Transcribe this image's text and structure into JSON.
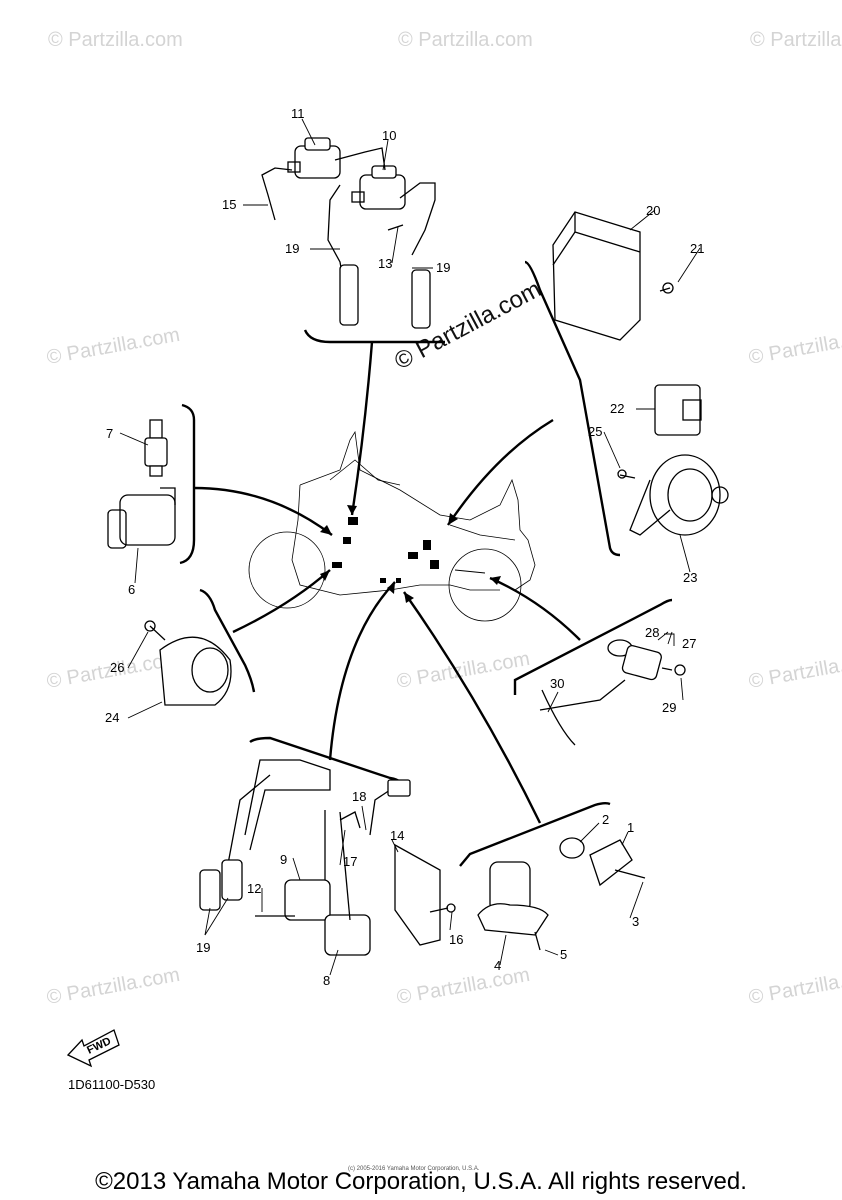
{
  "watermark": {
    "text": "© Partzilla.com",
    "center_text": "© Partzilla.com"
  },
  "part_labels": [
    "1",
    "2",
    "3",
    "4",
    "5",
    "6",
    "7",
    "8",
    "9",
    "10",
    "11",
    "12",
    "13",
    "14",
    "15",
    "16",
    "17",
    "18",
    "19",
    "19",
    "19",
    "20",
    "21",
    "22",
    "23",
    "24",
    "25",
    "26",
    "27",
    "28",
    "29",
    "30"
  ],
  "fwd_label": "FWD",
  "diagram_code": "1D61100-D530",
  "small_notice": "(c) 2005-2016 Yamaha Motor Corporation, U.S.A.",
  "copyright": "©2013 Yamaha Motor Corporation, U.S.A. All rights reserved."
}
